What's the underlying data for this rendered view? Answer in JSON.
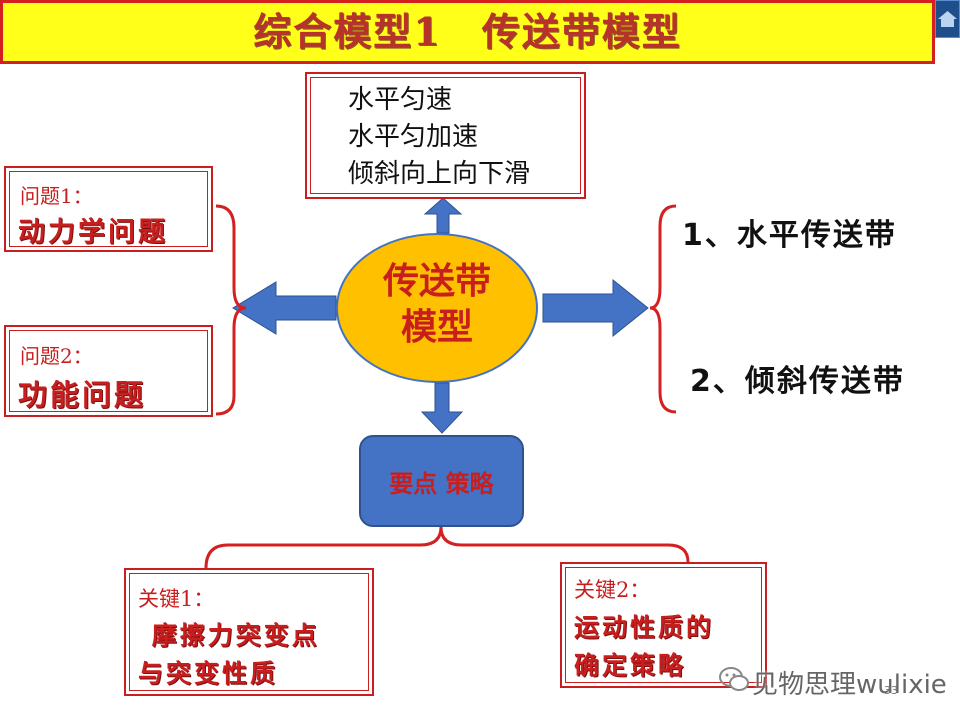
{
  "title": "综合模型1　传送带模型",
  "top_box": {
    "lines": [
      "水平匀速",
      "水平匀加速",
      "倾斜向上向下滑"
    ]
  },
  "center": {
    "line1": "传送带",
    "line2": "模型"
  },
  "left_boxes": [
    {
      "label": "问题1：",
      "text": "动力学问题"
    },
    {
      "label": "问题2：",
      "text": "功能问题"
    }
  ],
  "right_items": [
    "1、水平传送带",
    "2、倾斜传送带"
  ],
  "strategy": {
    "label": "要点 策略"
  },
  "bottom_boxes": [
    {
      "label": "关键1：",
      "lines": [
        " 摩擦力突变点",
        "与突变性质"
      ]
    },
    {
      "label": "关键2：",
      "lines": [
        "运动性质的",
        "确定策略"
      ]
    }
  ],
  "watermark": "见物思理wulixie",
  "page_number": "33",
  "colors": {
    "title_bg": "#ffff1a",
    "accent_red": "#c81e1e",
    "arrow_blue": "#4472c4",
    "center_fill": "#ffc000"
  }
}
